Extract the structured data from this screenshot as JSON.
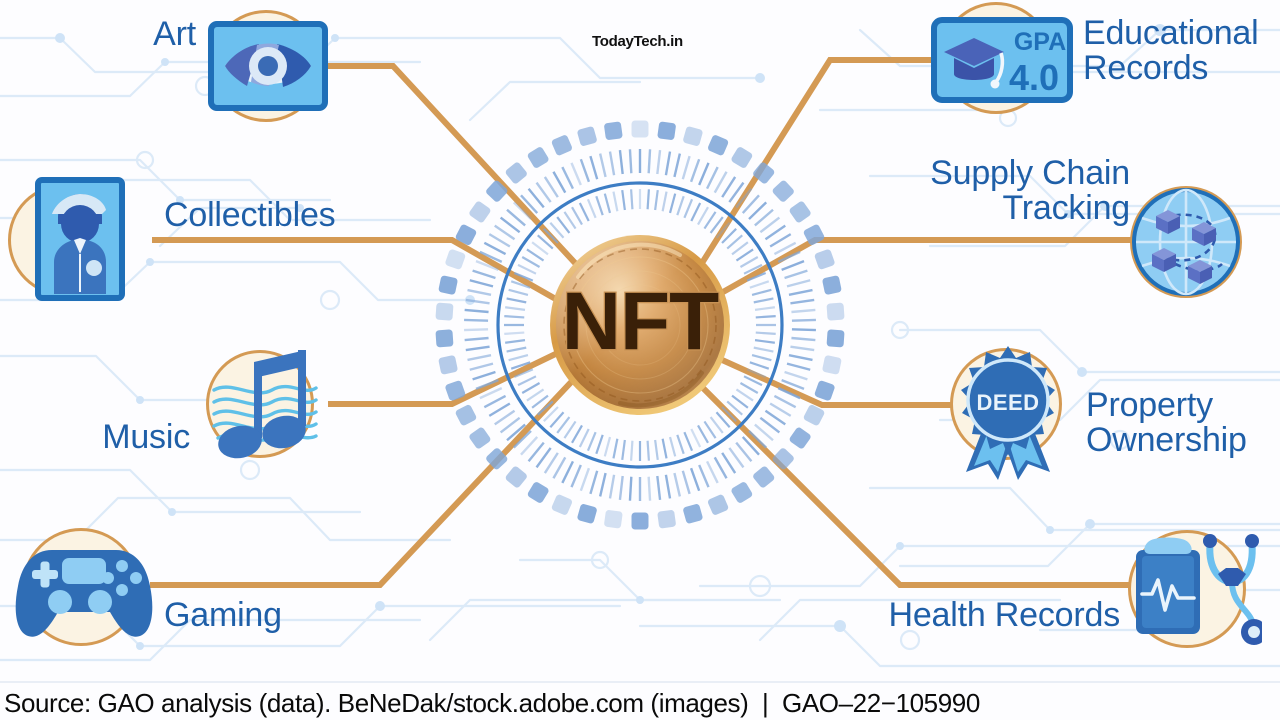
{
  "watermark": "TodayTech.in",
  "center": {
    "coin_label": "NFT",
    "coin_color_light": "#EFC48A",
    "coin_color_dark": "#9C5F20",
    "ring_color": "#7FA6D8",
    "ring_stroke": "#3D7DC4"
  },
  "colors": {
    "label_blue": "#1F5FA8",
    "connector_orange": "#D49A54",
    "disc_cream": "#FBF3E3",
    "icon_blue_dark": "#2B6CB8",
    "icon_blue_mid": "#4FA6E8",
    "icon_blue_light": "#8FCDF3",
    "circuit_trace": "#DCEAF8"
  },
  "footer": {
    "source": "Source: GAO analysis (data). BeNeDak/stock.adobe.com (images)  |  GAO–22−105990"
  },
  "nodes": [
    {
      "id": "art",
      "label": "Art",
      "icon": "eye-icon",
      "side": "left"
    },
    {
      "id": "collectibles",
      "label": "Collectibles",
      "icon": "trading-card-icon",
      "side": "left"
    },
    {
      "id": "music",
      "label": "Music",
      "icon": "music-note-icon",
      "side": "left"
    },
    {
      "id": "gaming",
      "label": "Gaming",
      "icon": "gamepad-icon",
      "side": "left"
    },
    {
      "id": "education",
      "label": "Educational\nRecords",
      "icon": "graduation-cap-icon",
      "side": "right"
    },
    {
      "id": "supply",
      "label": "Supply Chain\nTracking",
      "icon": "globe-boxes-icon",
      "side": "right"
    },
    {
      "id": "property",
      "label": "Property\nOwnership",
      "icon": "deed-seal-icon",
      "side": "right"
    },
    {
      "id": "health",
      "label": "Health Records",
      "icon": "clipboard-ecg-icon",
      "side": "right"
    }
  ],
  "icon_text": {
    "gpa_label": "GPA",
    "gpa_value": "4.0",
    "deed_label": "DEED"
  }
}
